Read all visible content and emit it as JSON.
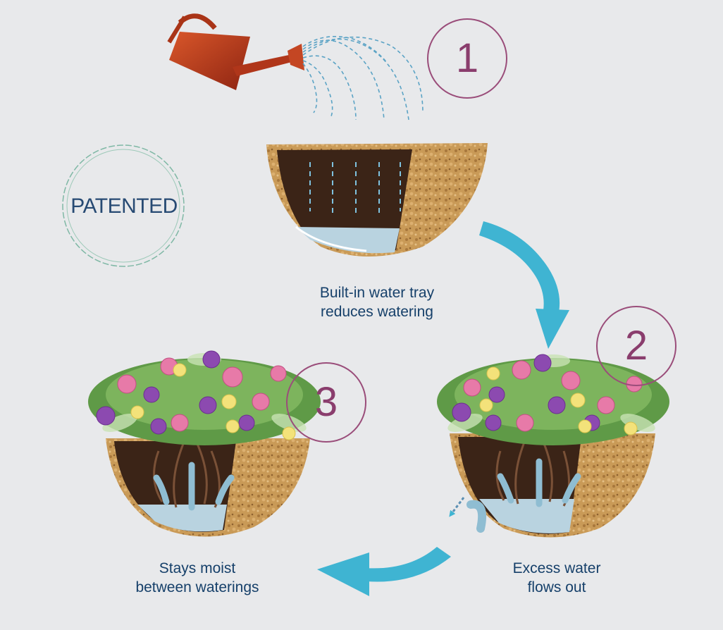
{
  "badge": {
    "text": "PATENTED"
  },
  "steps": [
    {
      "number": "1",
      "caption_line1": "Built-in water tray",
      "caption_line2": "reduces watering"
    },
    {
      "number": "2",
      "caption_line1": "Excess water",
      "caption_line2": "flows out"
    },
    {
      "number": "3",
      "caption_line1": "Stays moist",
      "caption_line2": "between waterings"
    }
  ],
  "colors": {
    "background": "#e8e9eb",
    "number_ring": "#9a4d7a",
    "caption_text": "#16406a",
    "arrow": "#3fb4d2",
    "coir": "#c99a57",
    "soil": "#3b2417",
    "water": "#b9d3e0",
    "watering_can": "#b83a1c"
  },
  "icons": [
    "watering-can-icon",
    "cycle-arrow-icon",
    "planter-basket-icon",
    "flower-icon"
  ]
}
